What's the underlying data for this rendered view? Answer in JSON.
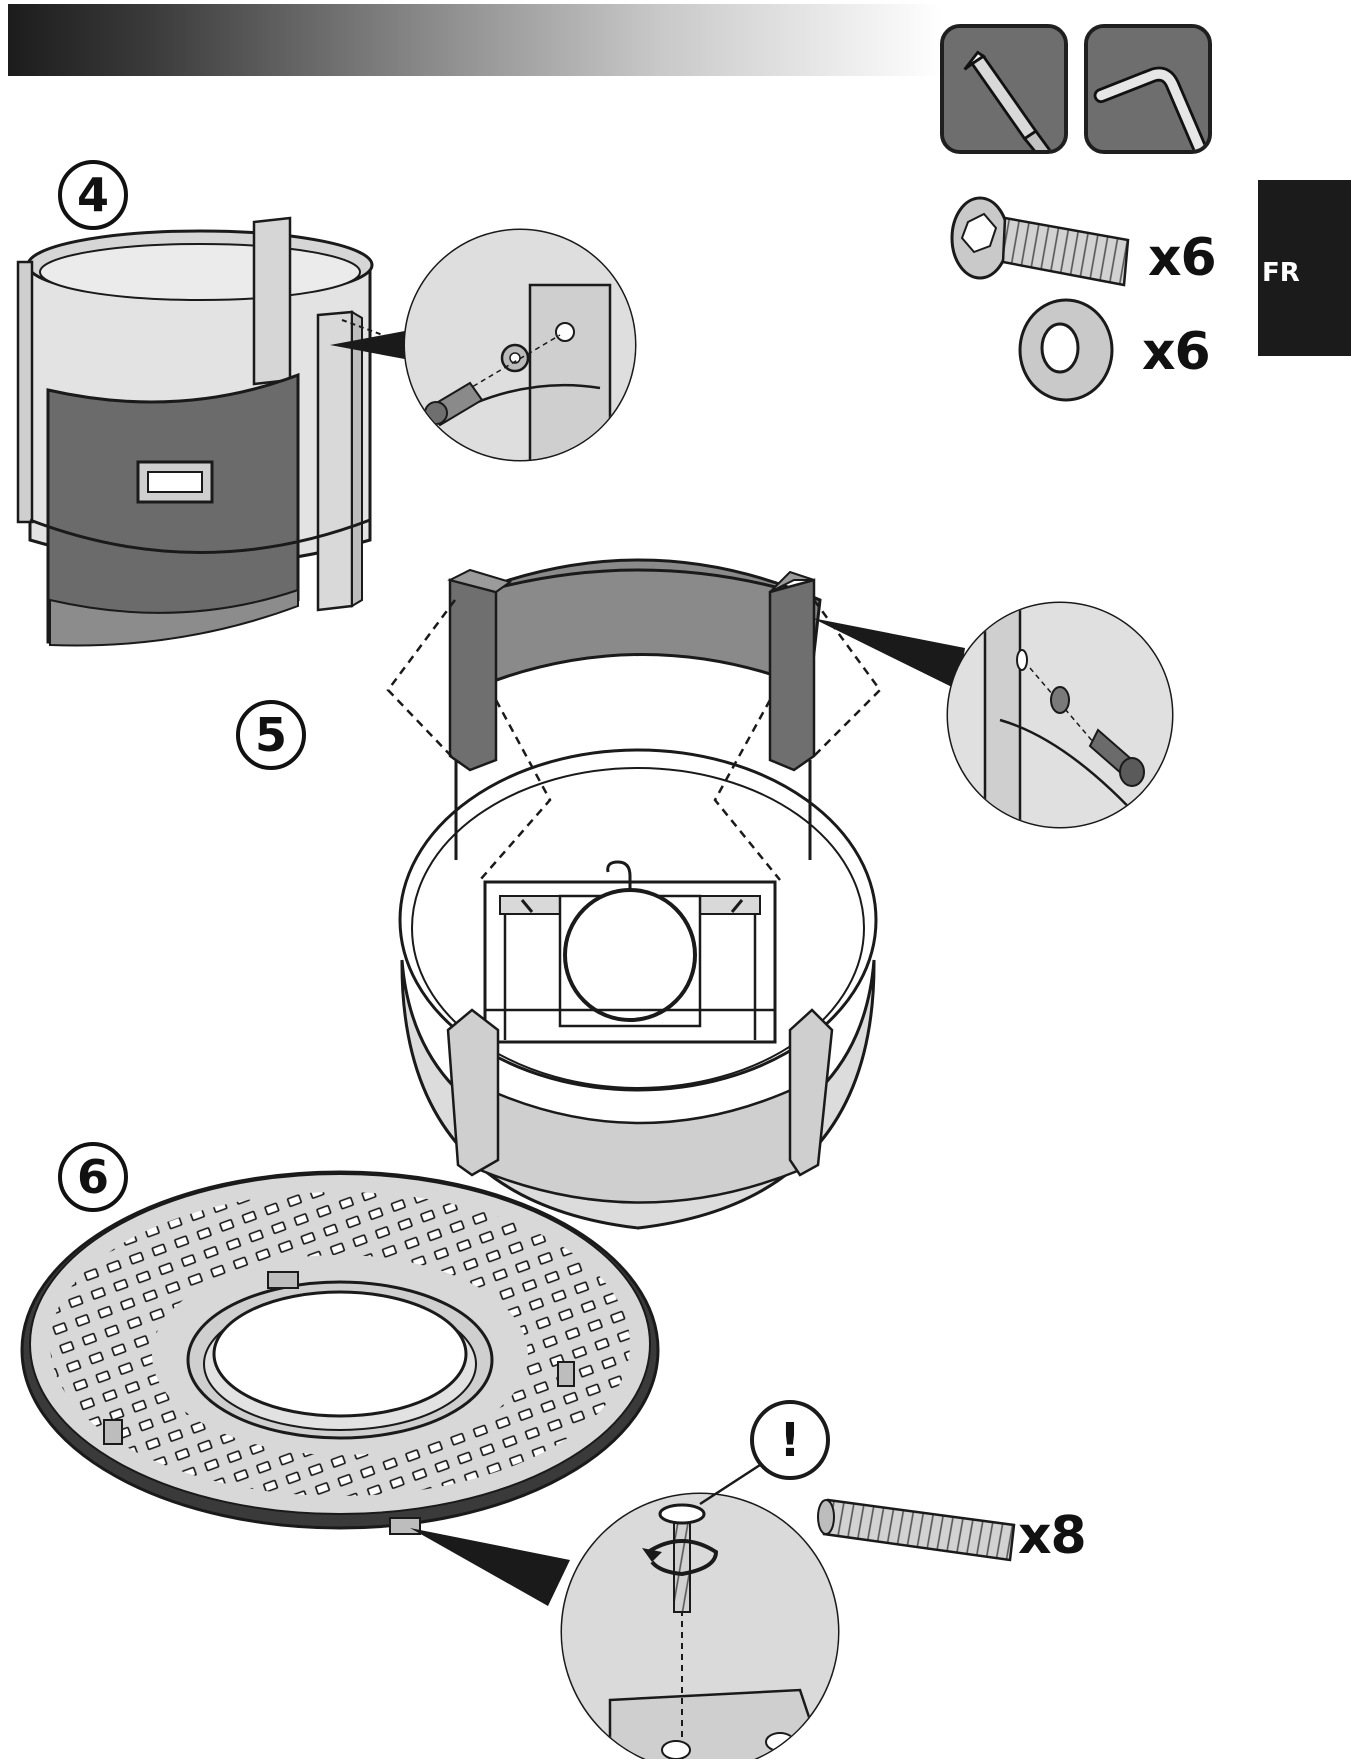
{
  "language_tab": "FR",
  "tools": {
    "icons": [
      "flathead-screwdriver-icon",
      "allen-key-icon"
    ]
  },
  "hardware": {
    "bolt_qty": "x6",
    "washer_qty": "x6",
    "threaded_rod_qty": "x8"
  },
  "steps": {
    "step4": "4",
    "step5": "5",
    "step6": "6"
  },
  "callout": {
    "warning_symbol": "!"
  },
  "colors": {
    "panel_dark": "#6b6b6b",
    "metal_light": "#cfcfcf",
    "line": "#1a1a1a"
  }
}
